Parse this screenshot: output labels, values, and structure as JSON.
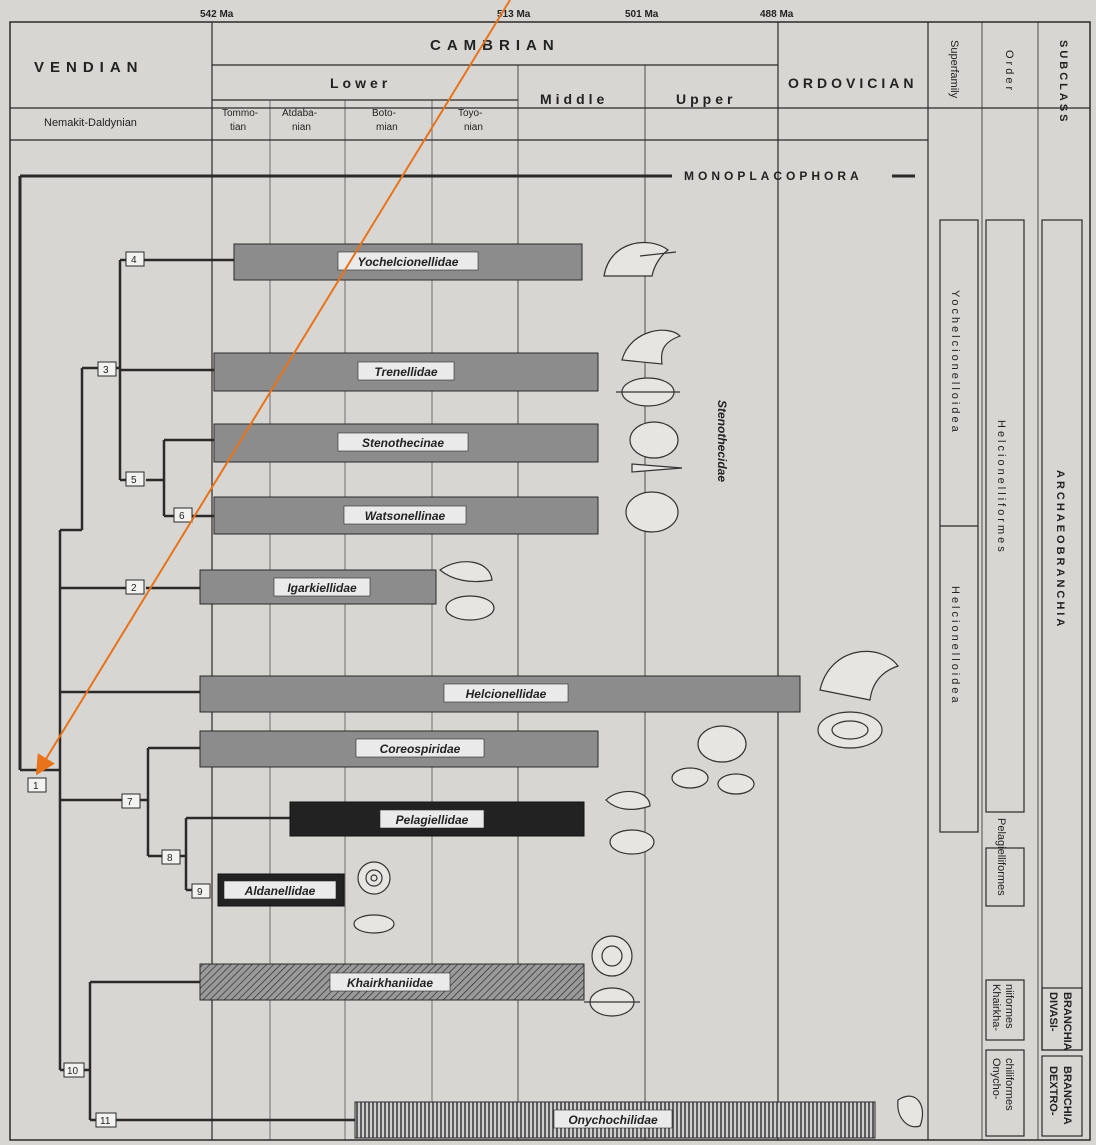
{
  "colors": {
    "paper": "#d8d6d2",
    "line": "#2a2a2a",
    "bar_grey": "#8c8c8c",
    "bar_black": "#222222",
    "arrow": "#e8731a"
  },
  "ma_ticks": [
    "542 Ma",
    "513 Ma",
    "501 Ma",
    "488 Ma"
  ],
  "header": {
    "vendian": "VENDIAN",
    "nemakit": "Nemakit-Daldynian",
    "cambrian": "CAMBRIAN",
    "lower": "Lower",
    "middle": "Middle",
    "upper": "Upper",
    "ordovician": "ORDOVICIAN",
    "stages": [
      {
        "line1": "Tommo-",
        "line2": "tian"
      },
      {
        "line1": "Atdaba-",
        "line2": "nian"
      },
      {
        "line1": "Boto-",
        "line2": "mian"
      },
      {
        "line1": "Toyo-",
        "line2": "nian"
      }
    ],
    "superfamily": "Superfamily",
    "order": "Order",
    "subclass": "SUBCLASS"
  },
  "root_label": "MONOPLACOPHORA",
  "families": [
    {
      "name": "Yochelcionellidae",
      "style": "grey"
    },
    {
      "name": "Trenellidae",
      "style": "grey"
    },
    {
      "name": "Stenothecinae",
      "style": "grey"
    },
    {
      "name": "Watsonellinae",
      "style": "grey"
    },
    {
      "name": "Igarkiellidae",
      "style": "grey"
    },
    {
      "name": "Helcionellidae",
      "style": "grey"
    },
    {
      "name": "Coreospiridae",
      "style": "grey"
    },
    {
      "name": "Pelagiellidae",
      "style": "black"
    },
    {
      "name": "Aldanellidae",
      "style": "black"
    },
    {
      "name": "Khairkhaniidae",
      "style": "hatched"
    },
    {
      "name": "Onychochilidae",
      "style": "vstripe"
    }
  ],
  "stenothecidae": "Stenothecidae",
  "nodes": [
    "1",
    "2",
    "3",
    "4",
    "5",
    "6",
    "7",
    "8",
    "9",
    "10",
    "11"
  ],
  "classification": {
    "superfamily": [
      "Yochelcionelloidea",
      "Helcionelloidea"
    ],
    "orders": [
      "Helcionelliformes",
      "Pelagielliformes",
      "Khairkha-",
      "niiformes",
      "Onycho-",
      "chiliformes"
    ],
    "subclasses": [
      "ARCHAEOBRANCHIA",
      "DIVASI-",
      "BRANCHIA",
      "DEXTRO-",
      "BRANCHIA"
    ]
  }
}
